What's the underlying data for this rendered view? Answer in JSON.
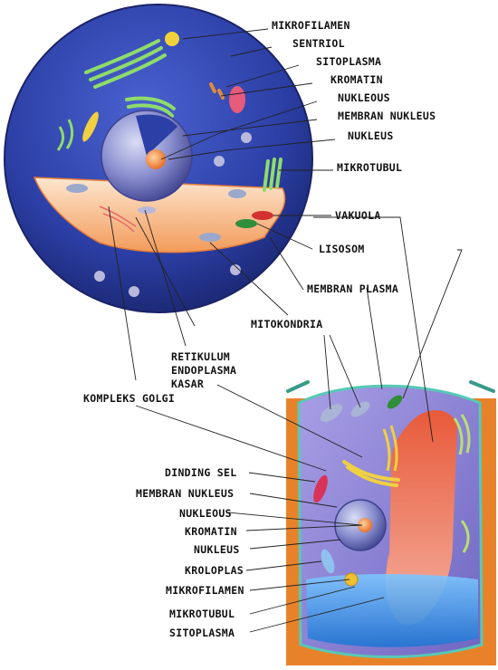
{
  "animal_cell": {
    "labels": {
      "mikrofilamen": "MIKROFILAMEN",
      "sentriol": "SENTRIOL",
      "sitoplasma": "SITOPLASMA",
      "kromatin": "KROMATIN",
      "nukleous": "NUKLEOUS",
      "membran_nukleus": "MEMBRAN NUKLEUS",
      "nukleus": "NUKLEUS",
      "mikrotubul": "MIKROTUBUL",
      "vakuola": "VAKUOLA",
      "lisosom": "LISOSOM",
      "membran_plasma": "MEMBRAN PLASMA",
      "mitokondria": "MITOKONDRIA",
      "retikulum_1": "RETIKULUM",
      "retikulum_2": "ENDOPLASMA",
      "retikulum_3": "KASAR",
      "kompleks_golgi": "KOMPLEKS GOLGI"
    }
  },
  "plant_cell": {
    "labels": {
      "dinding_sel": "DINDING SEL",
      "membran_nukleus": "MEMBRAN NUKLEUS",
      "nukleous": "NUKLEOUS",
      "kromatin": "KROMATIN",
      "nukleus": "NUKLEUS",
      "kroloplas": "KROLOPLAS",
      "mikrofilamen": "MIKROFILAMEN",
      "mikrotubul": "MIKROTUBUL",
      "sitoplasma": "SITOPLASMA"
    }
  },
  "colors": {
    "cell_blue": "#2a3c9a",
    "cytoplasm_orange": "#f4b27a",
    "wall_orange": "#e8822a",
    "plant_interior": "#8f86d8",
    "vacuole_red": "#e0452a",
    "organelle_green": "#9ad85a"
  }
}
